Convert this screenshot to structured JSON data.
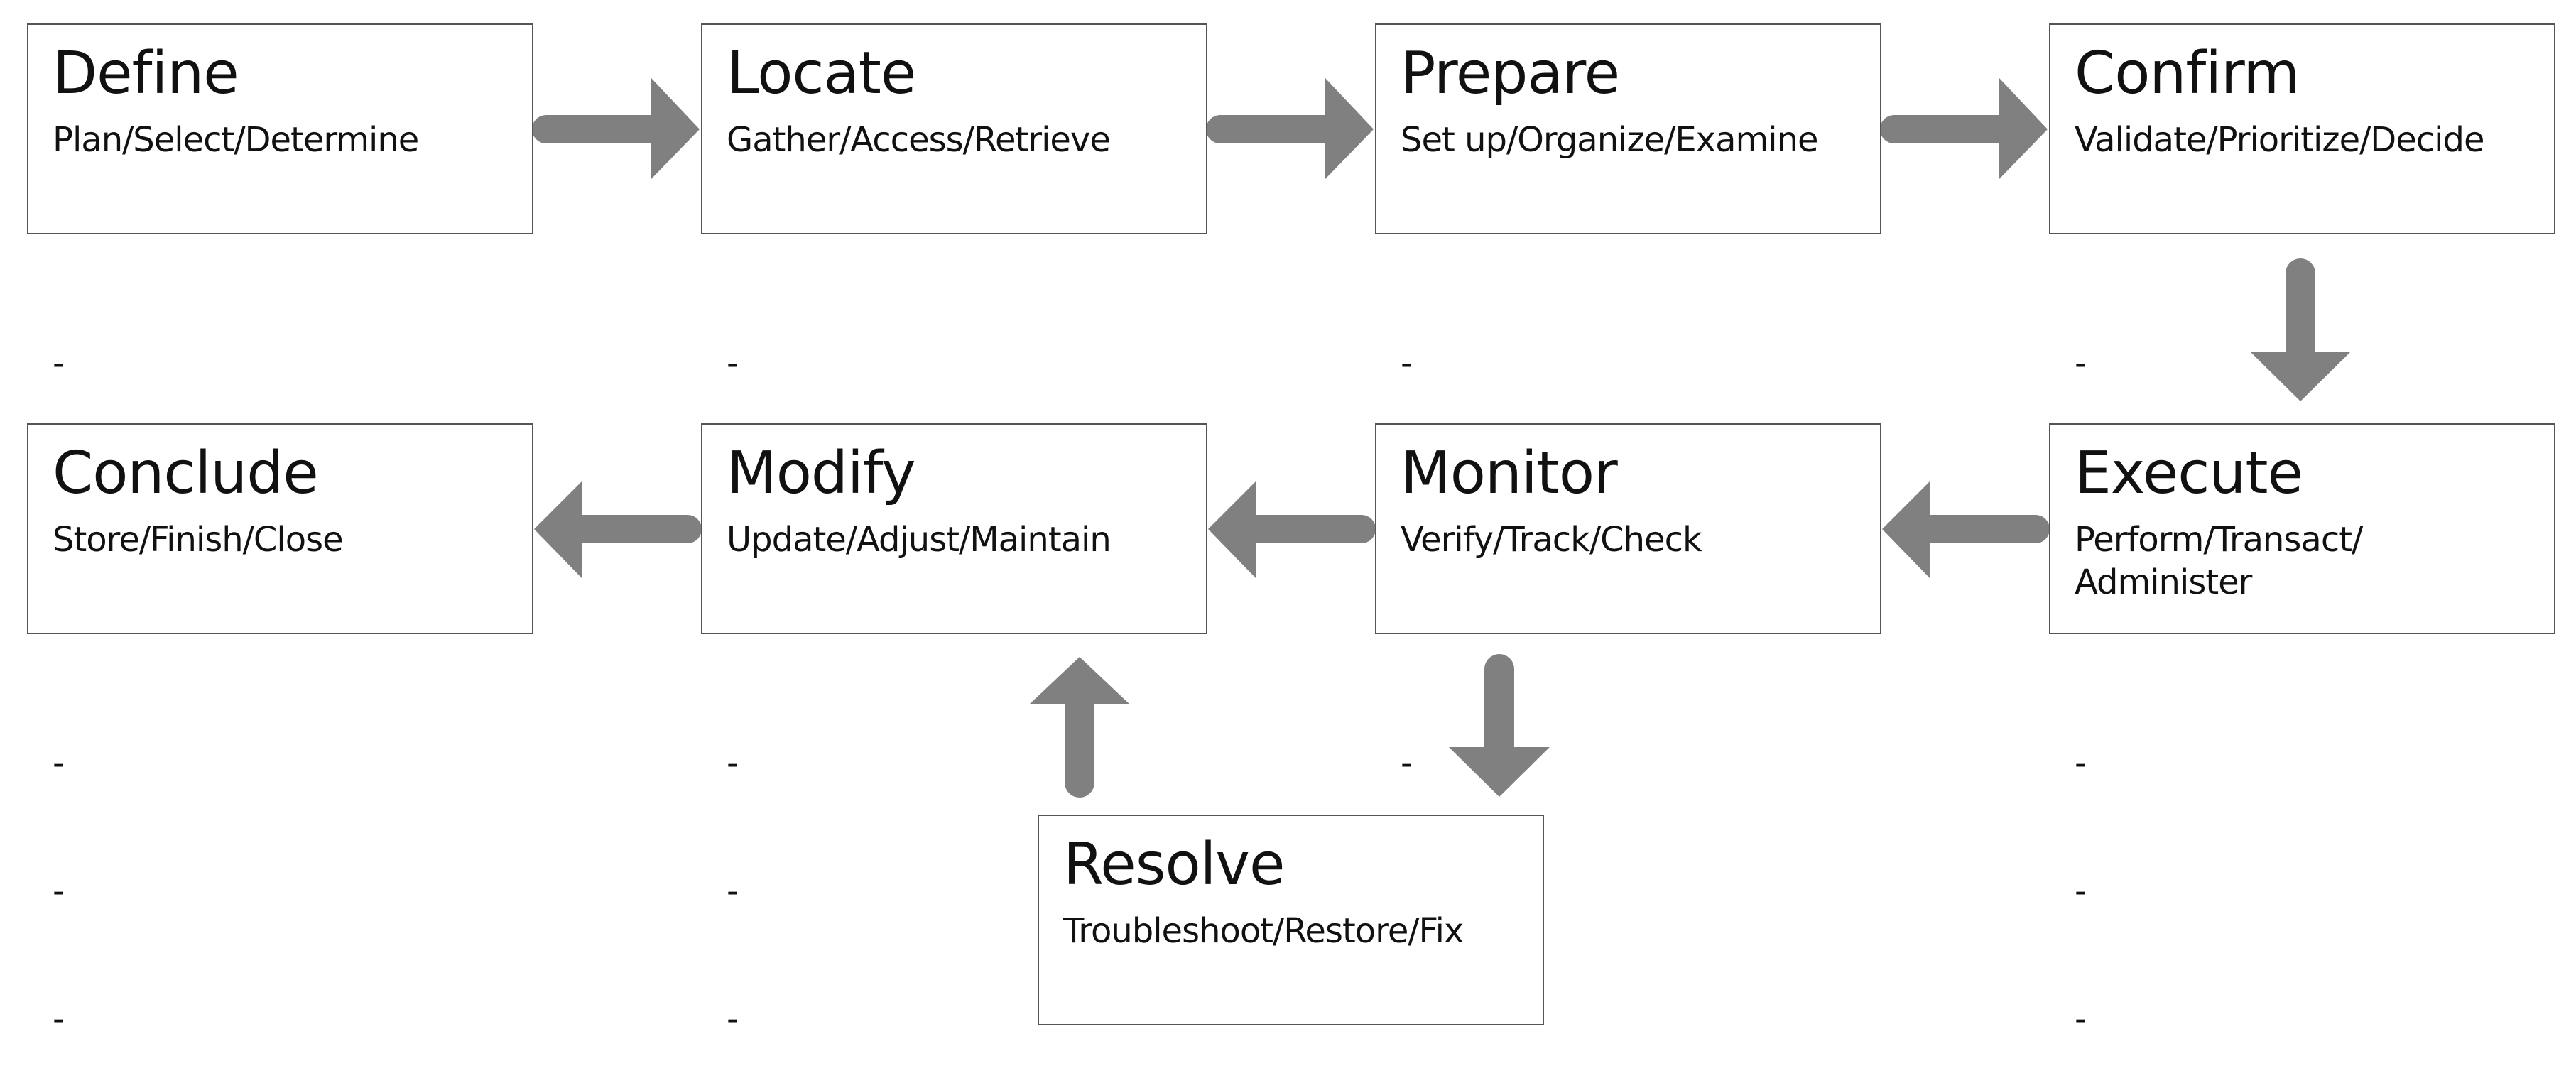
{
  "steps": [
    {
      "title": "Define",
      "subtitle": "Plan/Select/Determine",
      "notes": [
        "-",
        "-",
        "-"
      ]
    },
    {
      "title": "Locate",
      "subtitle": "Gather/Access/Retrieve",
      "notes": [
        "-",
        "-",
        "-"
      ]
    },
    {
      "title": "Prepare",
      "subtitle": "Set up/Organize/Examine",
      "notes": [
        "-",
        "-",
        "-"
      ]
    },
    {
      "title": "Confirm",
      "subtitle": "Validate/Prioritize/Decide",
      "notes": [
        "-",
        "-",
        "-"
      ]
    },
    {
      "title": "Execute",
      "subtitle": "Perform/Transact/ Administer",
      "notes": [
        "-",
        "-",
        "-"
      ]
    },
    {
      "title": "Monitor",
      "subtitle": "Verify/Track/Check",
      "notes": [
        "-",
        "-",
        "-"
      ]
    },
    {
      "title": "Modify",
      "subtitle": "Update/Adjust/Maintain",
      "notes": [
        "-",
        "-",
        "-"
      ]
    },
    {
      "title": "Conclude",
      "subtitle": "Store/Finish/Close",
      "notes": [
        "-",
        "-",
        "-"
      ]
    },
    {
      "title": "Resolve",
      "subtitle": "Troubleshoot/Restore/Fix",
      "notes": []
    }
  ],
  "colors": {
    "arrow": "#808080",
    "box_border": "#555555",
    "text": "#111111"
  }
}
